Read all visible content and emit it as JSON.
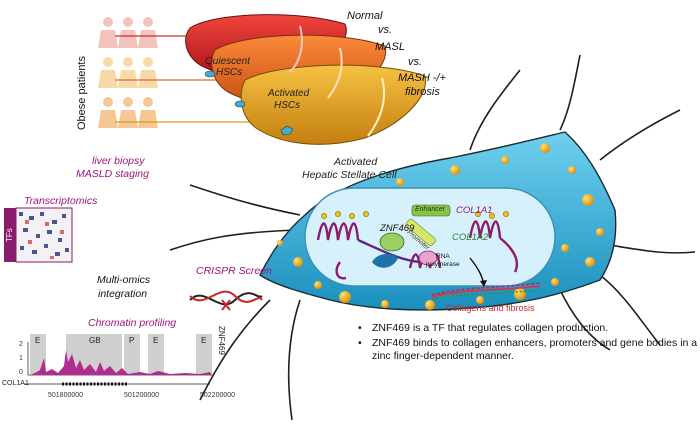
{
  "patients": {
    "label": "Obese patients",
    "biopsy_line1": "liver biopsy",
    "biopsy_line2": "MASLD staging"
  },
  "liver": {
    "stage_normal": "Normal",
    "vs1": "vs.",
    "stage_masl": "MASL",
    "vs2": "vs.",
    "stage_mash": "MASH -/+",
    "stage_fibrosis": "fibrosis",
    "quiescent_line1": "Quiescent",
    "quiescent_line2": "HSCs",
    "activated_line1": "Activated",
    "activated_line2": "HSCs"
  },
  "cell": {
    "title_line1": "Activated",
    "title_line2": "Hepatic Stellate Cell",
    "tf": "ZNF469",
    "enhancer": "Enhancer",
    "promoter": "Promoter",
    "gene1": "COL1A1",
    "gene2": "COL1A2",
    "polymerase_line1": "RNA",
    "polymerase_line2": "polymerase",
    "output": "Collagens and fibrosis"
  },
  "omics": {
    "transcriptomics": "Transcriptomics",
    "tfs": "TFs",
    "integration_line1": "Multi-omics",
    "integration_line2": "integration",
    "crispr": "CRISPR Screen",
    "chromatin": "Chromatin profiling"
  },
  "track": {
    "y_ticks": [
      "2",
      "1",
      "0"
    ],
    "regions": [
      "E",
      "GB",
      "P",
      "E",
      "E"
    ],
    "gene": "COL1A1",
    "track_label": "ZNF469",
    "x_ticks": [
      "501800000",
      "501200000",
      "502200000"
    ]
  },
  "findings": [
    "ZNF469 is a TF that regulates collagen production.",
    "ZNF469 binds to collagen enhancers, promoters and gene bodies in a zinc finger-dependent manner."
  ],
  "colors": {
    "magenta": "#a0157a",
    "cell_blue": "#2bb0d8",
    "nucleus": "#cfeef9",
    "collagen": "#e0303c",
    "liver_red": "#d8262a",
    "liver_orange": "#ef6a1d",
    "liver_yellow": "#e7a21e"
  }
}
